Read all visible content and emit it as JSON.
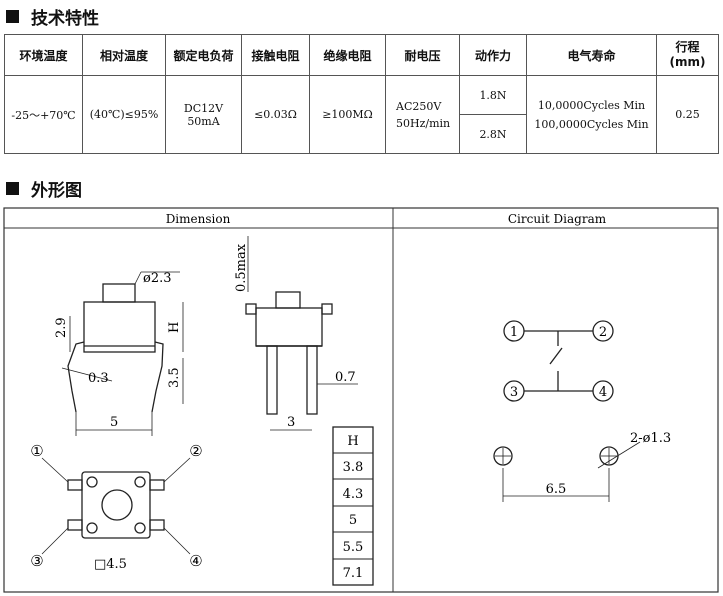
{
  "sections": {
    "spec_title": "技术特性",
    "shape_title": "外形图"
  },
  "spec_table": {
    "headers": [
      "环境温度",
      "相对温度",
      "额定电负荷",
      "接触电阻",
      "绝缘电阻",
      "耐电压",
      "动作力",
      "电气寿命",
      "行程\n(mm)"
    ],
    "env_temp": "-25～+70℃",
    "humidity": "(40℃)≤95%",
    "rated_load": "DC12V 50mA",
    "contact_res": "≤0.03Ω",
    "insulation_res": "≥100MΩ",
    "withstand_voltage": "AC250V\n50Hz/min",
    "force_values": [
      "1.8N",
      "2.8N"
    ],
    "life": "10,0000Cycles Min\n100,0000Cycles Min",
    "travel": "0.25"
  },
  "drawing": {
    "dimension_title": "Dimension",
    "circuit_title": "Circuit Diagram",
    "dims": {
      "dia": "ø2.3",
      "h29": "2.9",
      "H": "H",
      "d03": "0.3",
      "d35": "3.5",
      "d5": "5",
      "max": "0.5max",
      "d07": "0.7",
      "d3": "3",
      "sq45": "□4.5"
    },
    "pins": [
      "①",
      "②",
      "③",
      "④"
    ],
    "h_table": [
      "H",
      "3.8",
      "4.3",
      "5",
      "5.5",
      "7.1"
    ],
    "circuit": {
      "nodes": [
        "1",
        "2",
        "3",
        "4"
      ],
      "hole": "2-ø1.3",
      "pitch": "6.5"
    }
  }
}
